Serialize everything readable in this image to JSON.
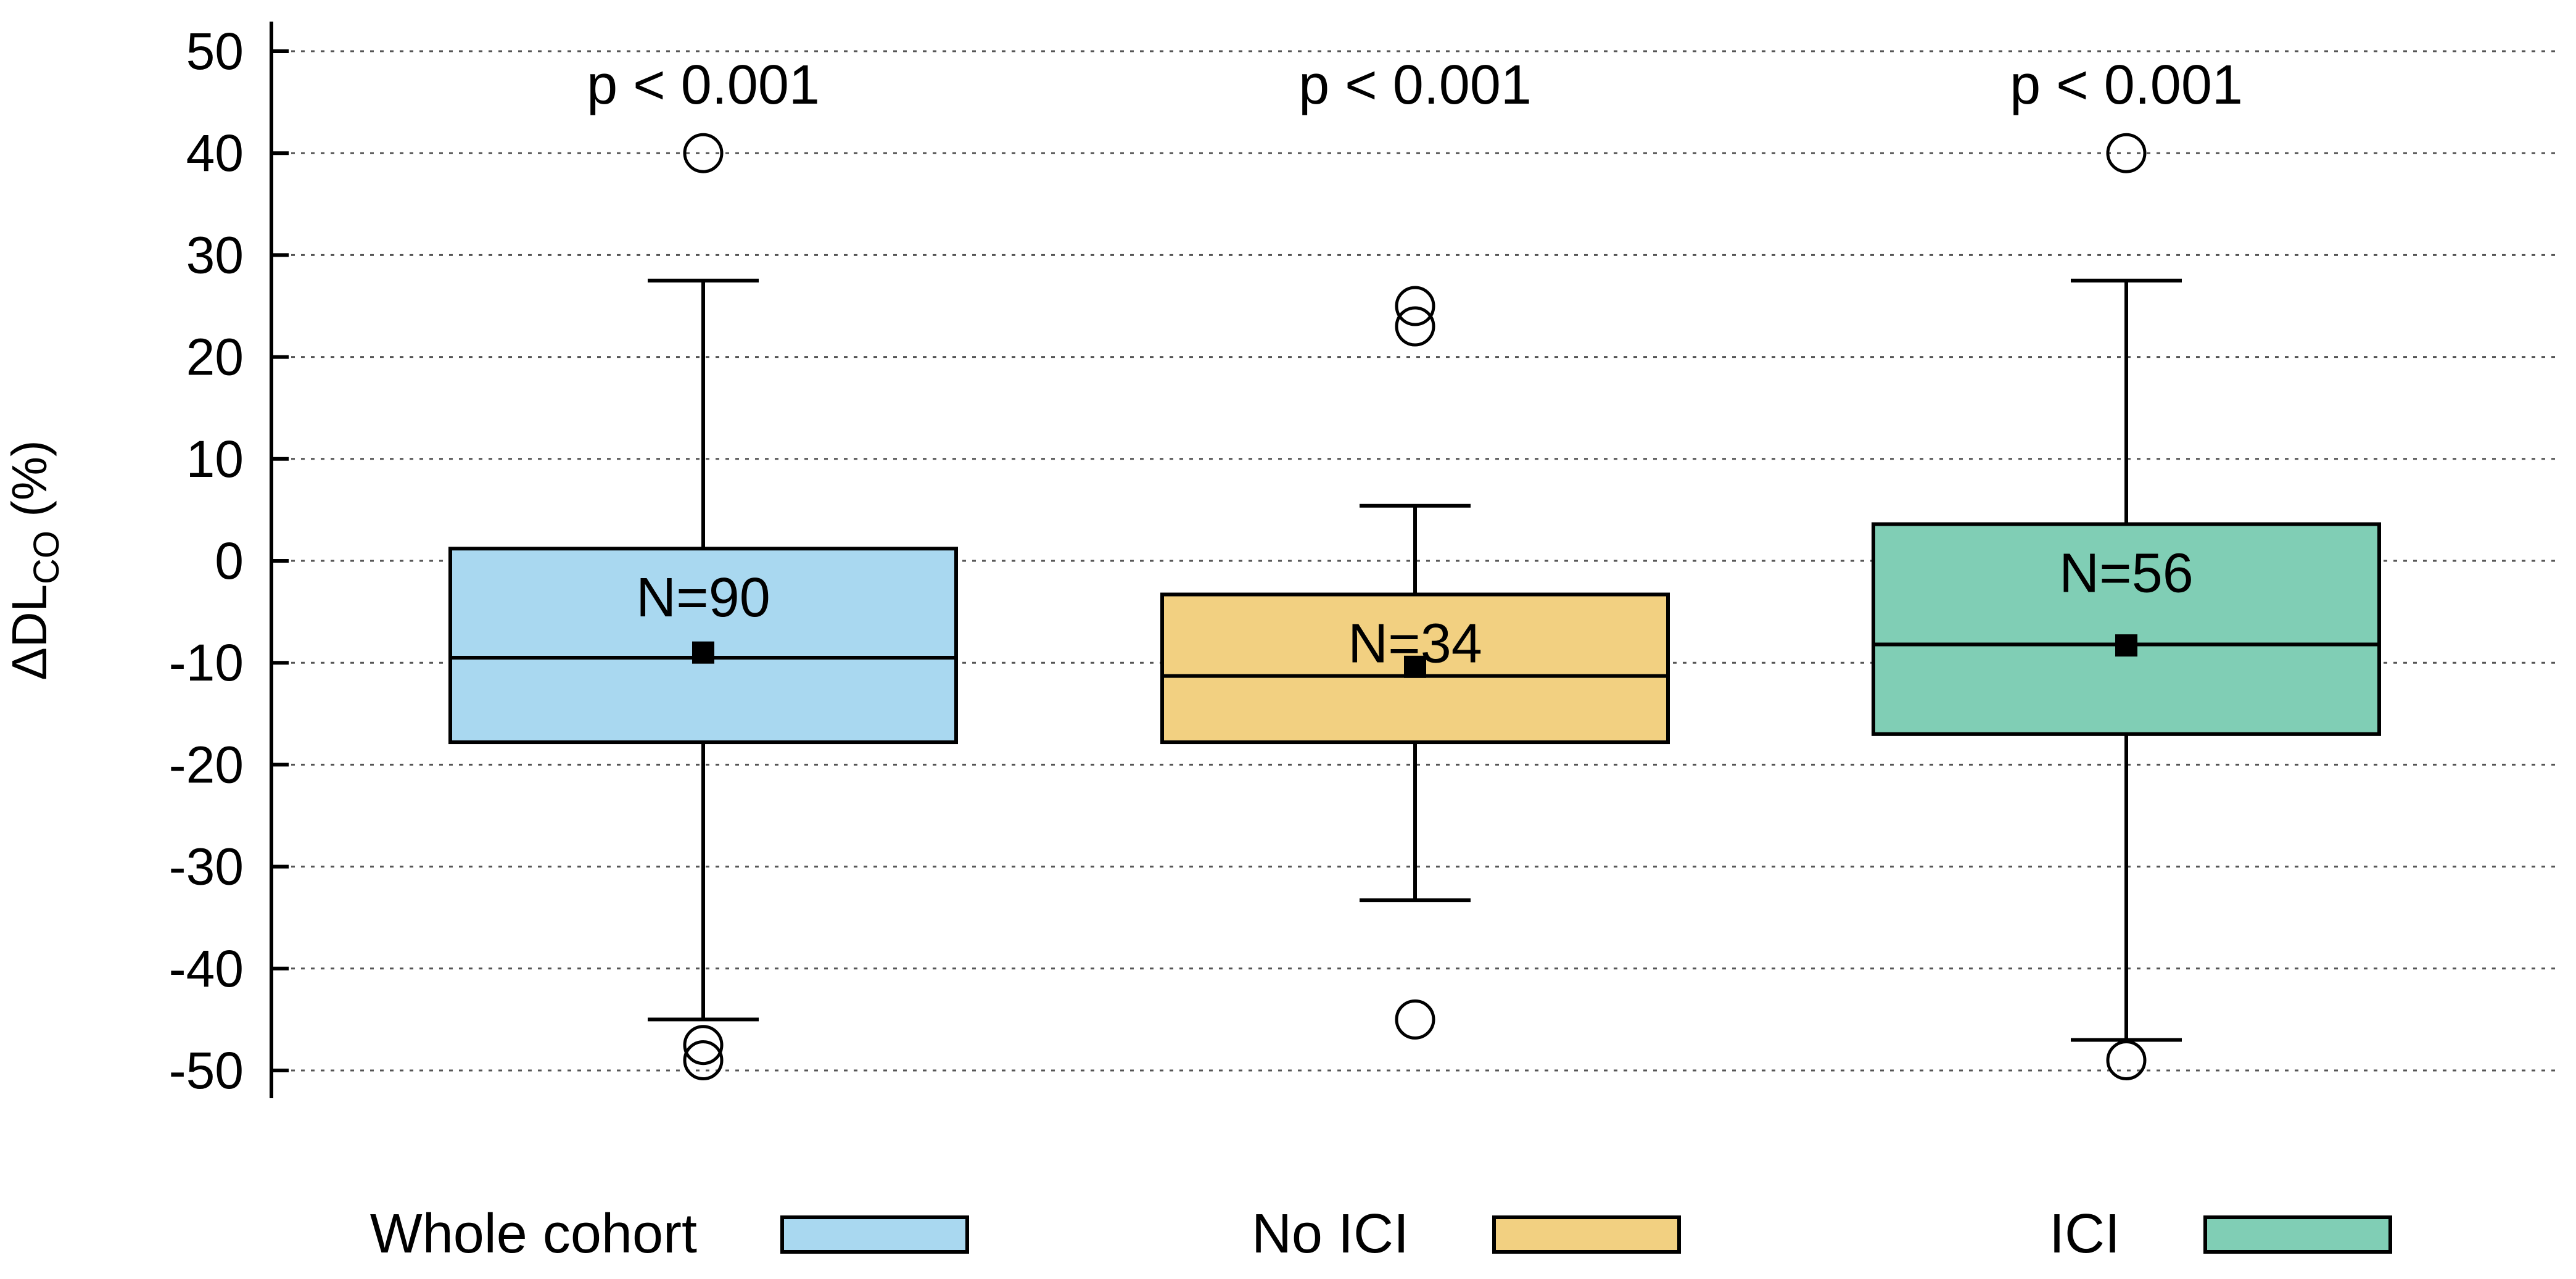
{
  "chart_data": {
    "type": "box",
    "ylabel": "ΔDL",
    "ylabel_subscript": "CO",
    "ylabel_suffix": " (%)",
    "ylim": [
      -50,
      50
    ],
    "yticks": [
      50,
      40,
      30,
      20,
      10,
      0,
      -10,
      -20,
      -30,
      -40,
      -50
    ],
    "ytick_labels": [
      "50",
      "40",
      "30",
      "20",
      "10",
      "0",
      "-10",
      "-20",
      "-30",
      "-40",
      "-50"
    ],
    "grid": "horizontal dotted",
    "legend_position": "bottom",
    "groups": [
      {
        "name": "Whole cohort",
        "color": "#a9d8f0",
        "n_label": "N=90",
        "p_label": "p < 0.001",
        "whisker_low": -45,
        "q1": -17.8,
        "median": -9.5,
        "q3": 1.2,
        "whisker_high": 27.5,
        "mean": -9,
        "outliers": [
          40,
          -47.5,
          -49
        ]
      },
      {
        "name": "No ICI",
        "color": "#f2d081",
        "n_label": "N=34",
        "p_label": "p < 0.001",
        "whisker_low": -33.3,
        "q1": -17.8,
        "median": -11.3,
        "q3": -3.3,
        "whisker_high": 5.4,
        "mean": -10.4,
        "outliers": [
          25,
          23,
          -45
        ]
      },
      {
        "name": "ICI",
        "color": "#80ceb5",
        "n_label": "N=56",
        "p_label": "p < 0.001",
        "whisker_low": -47,
        "q1": -17,
        "median": -8.2,
        "q3": 3.6,
        "whisker_high": 27.5,
        "mean": -8.3,
        "outliers": [
          40,
          -49
        ]
      }
    ]
  }
}
